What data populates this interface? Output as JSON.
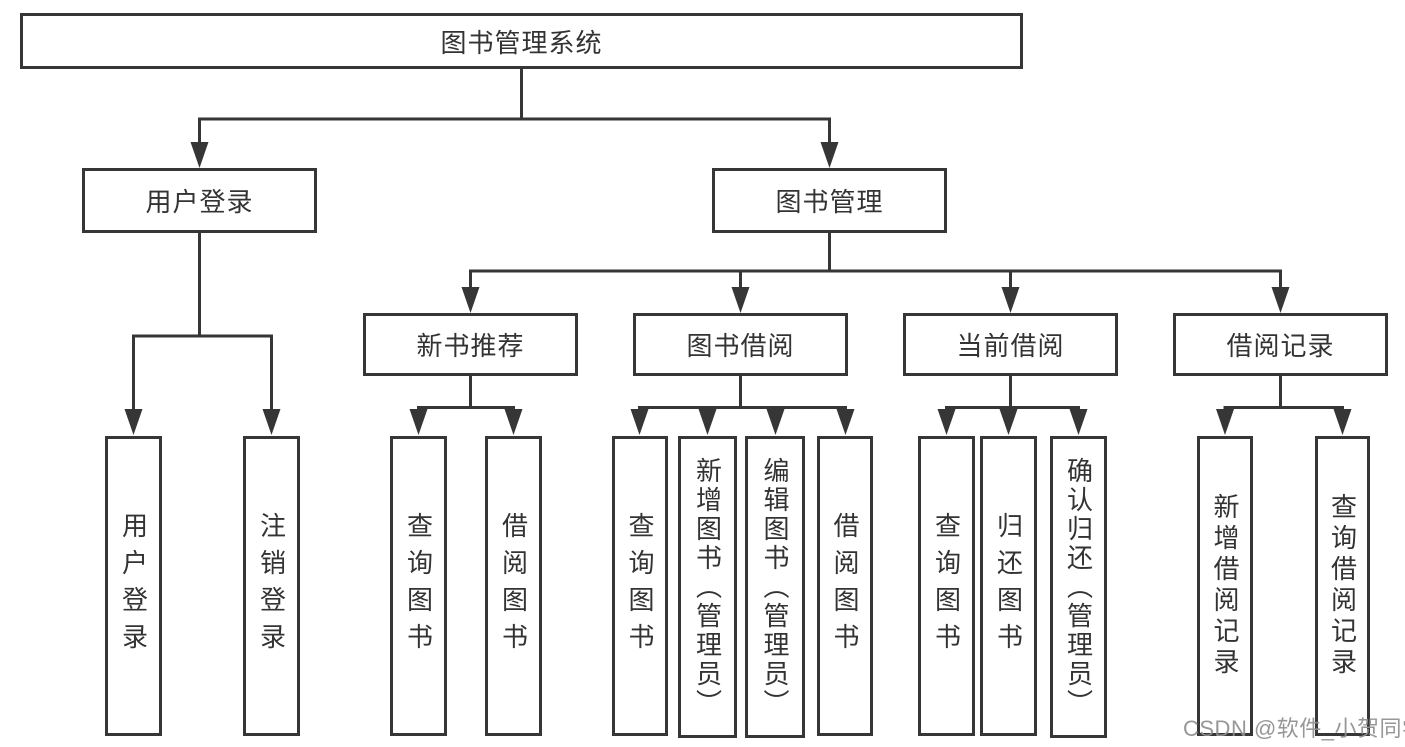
{
  "tree": {
    "root": {
      "label": "图书管理系统",
      "children": [
        {
          "label": "用户登录",
          "children": [
            {
              "label": "用户登录"
            },
            {
              "label": "注销登录"
            }
          ]
        },
        {
          "label": "图书管理",
          "children": [
            {
              "label": "新书推荐",
              "children": [
                {
                  "label": "查询图书"
                },
                {
                  "label": "借阅图书"
                }
              ]
            },
            {
              "label": "图书借阅",
              "children": [
                {
                  "label": "查询图书"
                },
                {
                  "label": "新增图书（管理员）"
                },
                {
                  "label": "编辑图书（管理员）"
                },
                {
                  "label": "借阅图书"
                }
              ]
            },
            {
              "label": "当前借阅",
              "children": [
                {
                  "label": "查询图书"
                },
                {
                  "label": "归还图书"
                },
                {
                  "label": "确认归还（管理员）"
                }
              ]
            },
            {
              "label": "借阅记录",
              "children": [
                {
                  "label": "新增借阅记录"
                },
                {
                  "label": "查询借阅记录"
                }
              ]
            }
          ]
        }
      ]
    }
  },
  "watermark": "CSDN @软件_小贺同学",
  "colors": {
    "line": "#363636",
    "box_border": "#363636",
    "text": "#333333",
    "watermark": "#8f8f8f",
    "background": "#ffffff"
  }
}
